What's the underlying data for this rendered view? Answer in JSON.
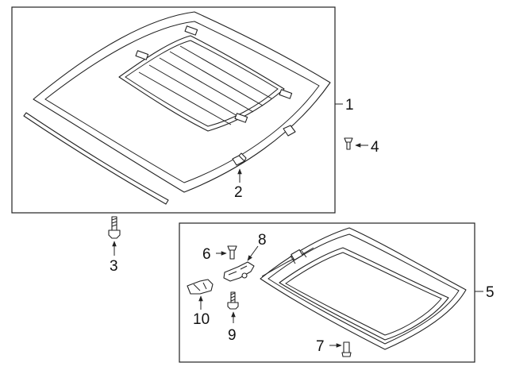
{
  "callouts": {
    "c1": "1",
    "c2": "2",
    "c3": "3",
    "c4": "4",
    "c5": "5",
    "c6": "6",
    "c7": "7",
    "c8": "8",
    "c9": "9",
    "c10": "10"
  },
  "colors": {
    "line": "#222222",
    "background": "#ffffff"
  }
}
